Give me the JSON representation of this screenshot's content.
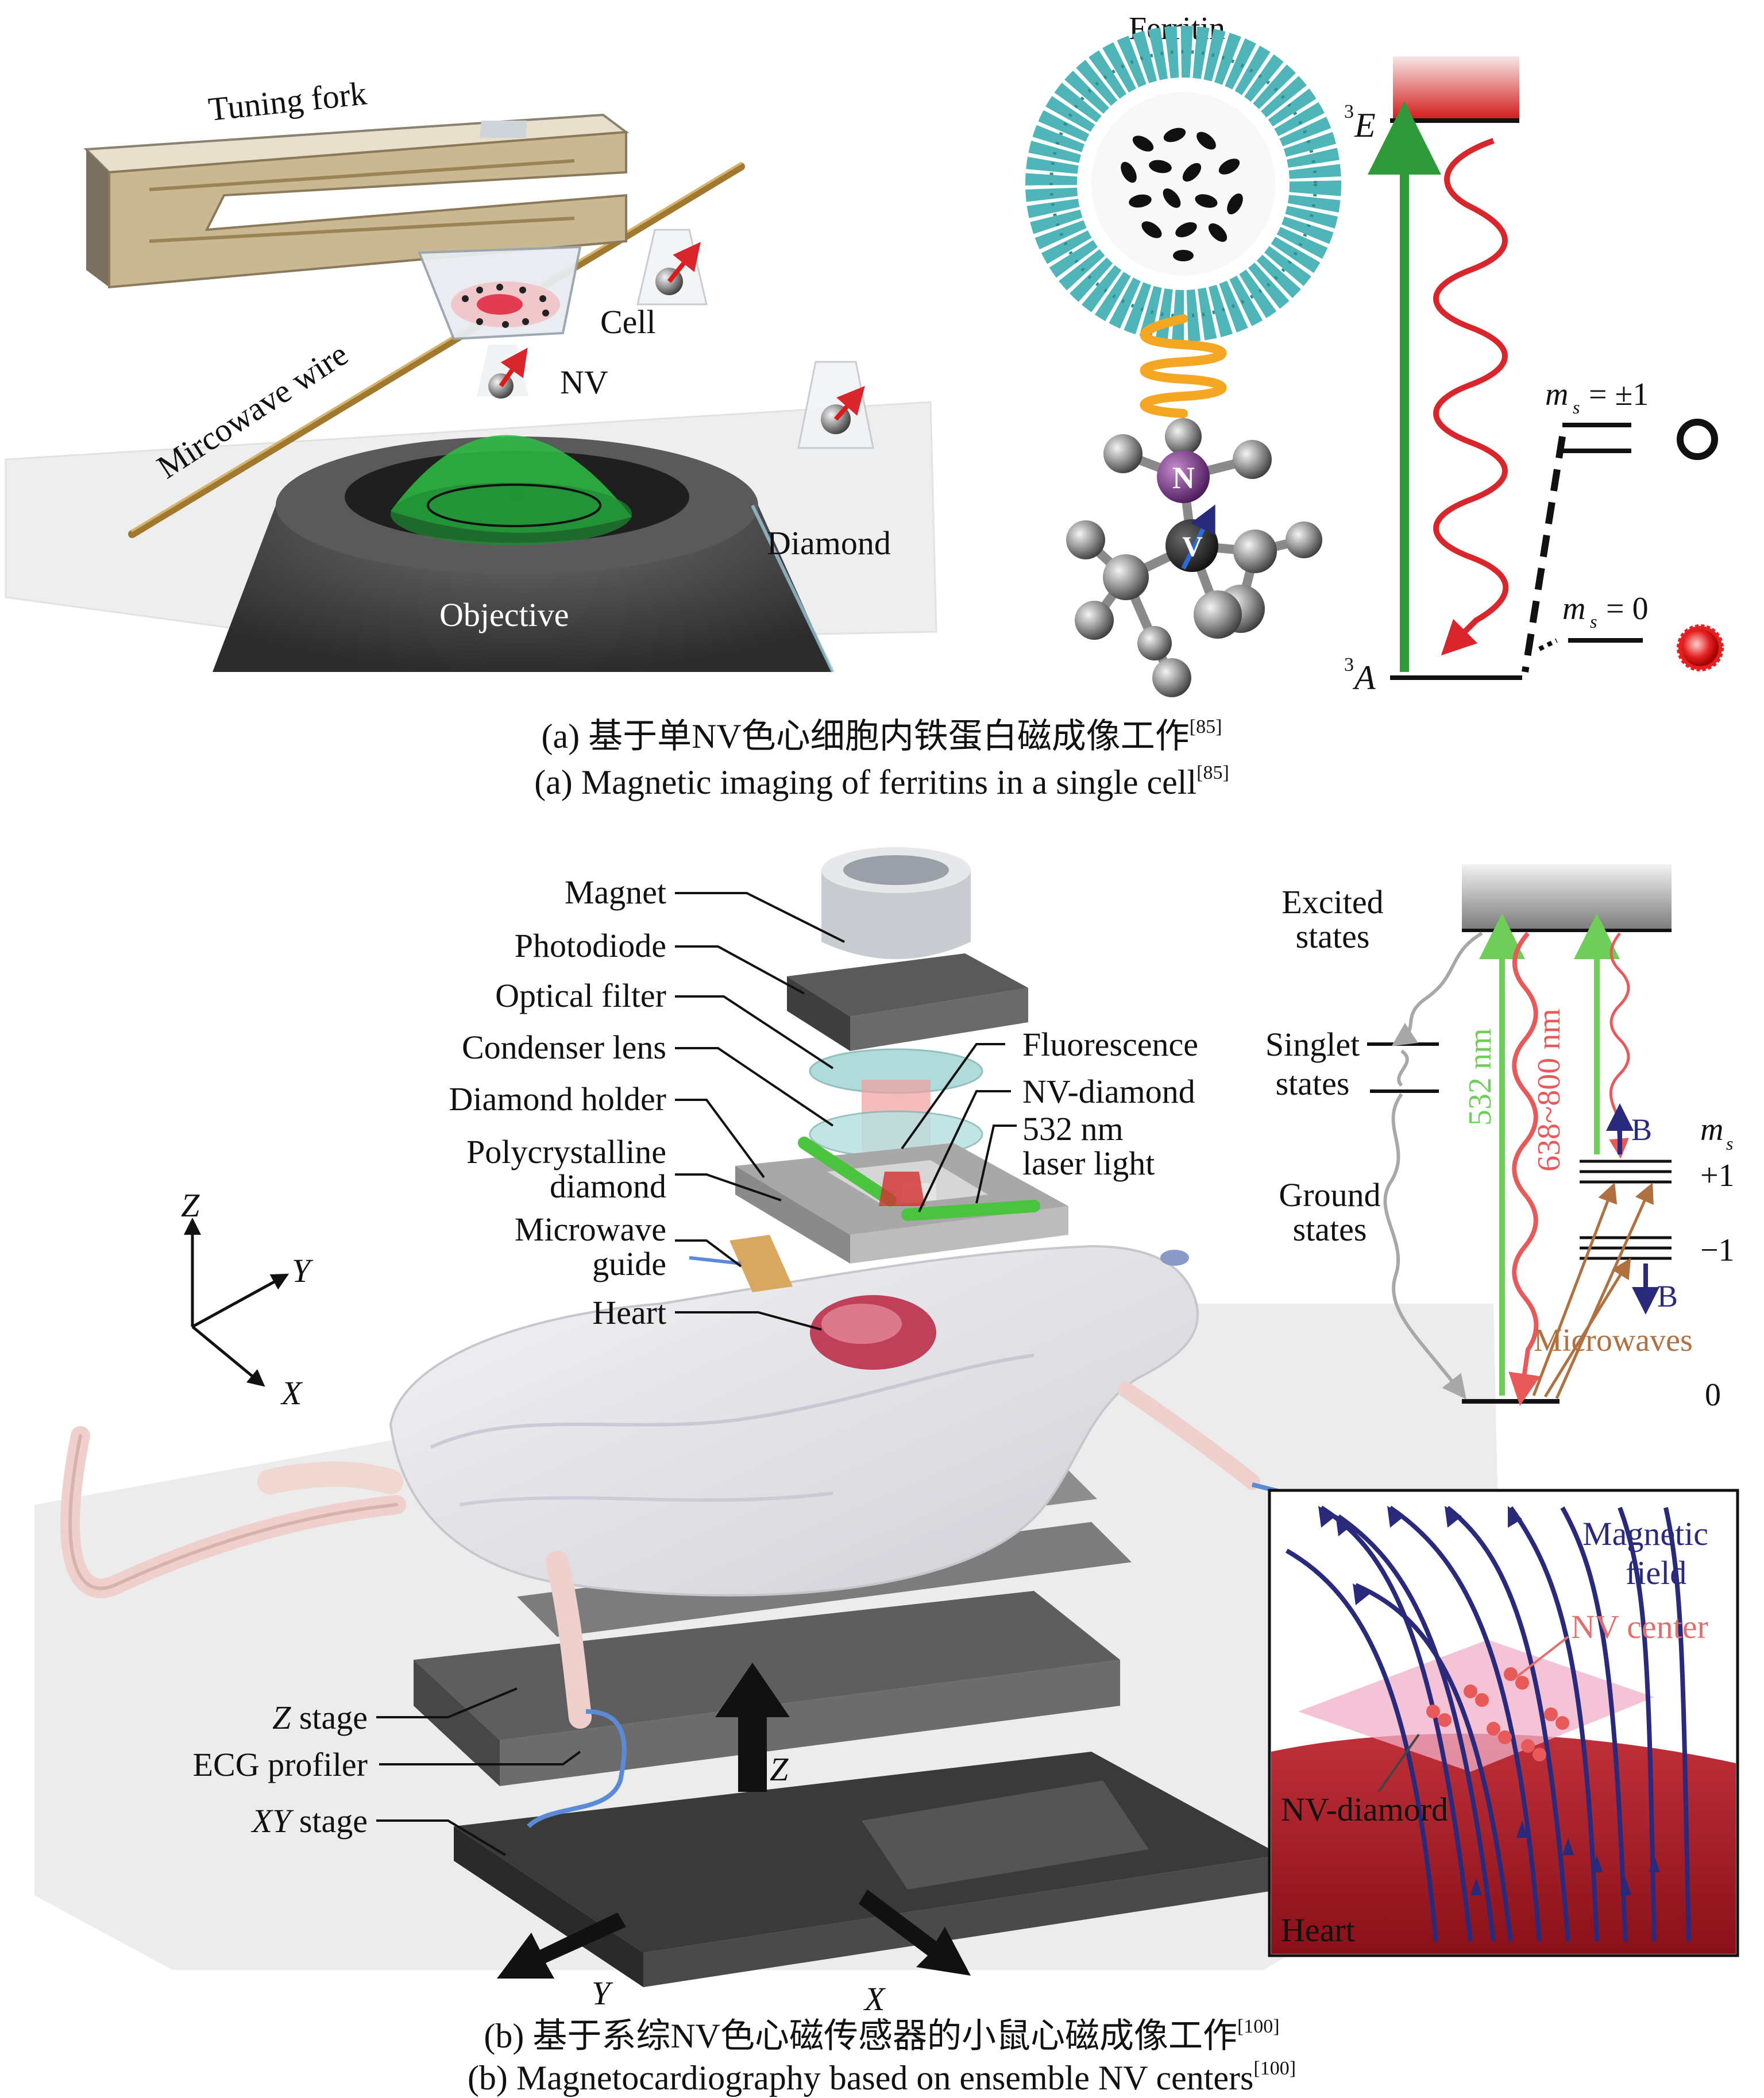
{
  "panel_a": {
    "labels": {
      "tuning_fork": "Tuning fork",
      "microwave_wire": "Mircowave wire",
      "cell": "Cell",
      "nv": "NV",
      "diamond": "Diamond",
      "objective": "Objective",
      "ferritin": "Ferritin",
      "nv_n": "N",
      "nv_v": "V"
    },
    "energy": {
      "e_sup": "3",
      "e_letter": "E",
      "a_sup": "3",
      "a_letter": "A",
      "ms_pm1_m": "m",
      "ms_pm1_sub": "s",
      "ms_pm1_val": "= ±1",
      "ms_0_m": "m",
      "ms_0_sub": "s",
      "ms_0_val": "= 0"
    },
    "caption_cn": "(a) 基于单NV色心细胞内铁蛋白磁成像工作",
    "caption_cn_ref": "[85]",
    "caption_en": "(a) Magnetic imaging of ferritins in a single cell",
    "caption_en_ref": "[85]"
  },
  "panel_b": {
    "labels": {
      "magnet": "Magnet",
      "photodiode": "Photodiode",
      "optical_filter": "Optical filter",
      "condenser_lens": "Condenser lens",
      "diamond_holder": "Diamond holder",
      "polycrystalline_1": "Polycrystalline",
      "polycrystalline_2": "diamond",
      "microwave_guide_1": "Microwave",
      "microwave_guide_2": "guide",
      "heart": "Heart",
      "fluorescence": "Fluorescence",
      "nv_diamond": "NV-diamond",
      "laser_1": "532 nm",
      "laser_2": "laser light",
      "z_stage_axis": "Z",
      "z_stage_word": " stage",
      "ecg_profiler": "ECG profiler",
      "xy_stage_axis": "XY",
      "xy_stage_word": " stage",
      "axis_z": "Z",
      "axis_y": "Y",
      "axis_x": "X",
      "arrow_z": "Z",
      "arrow_y": "Y",
      "arrow_x": "X"
    },
    "energy": {
      "excited_1": "Excited",
      "excited_2": "states",
      "singlet_1": "Singlet",
      "singlet_2": "states",
      "ground_1": "Ground",
      "ground_2": "states",
      "green_line": "532 nm",
      "red_line": "638~800 nm",
      "b_up": "B",
      "b_down": "B",
      "ms_m": "m",
      "ms_sub": "s",
      "plus1": "+1",
      "minus1": "−1",
      "zero": "0",
      "microwaves": "Microwaves"
    },
    "inset": {
      "magnetic_1": "Magnetic",
      "magnetic_2": "field",
      "nv_center": "NV center",
      "nv_diamord": "NV-diamord",
      "heart": "Heart"
    },
    "caption_cn": "(b) 基于系综NV色心磁传感器的小鼠心磁成像工作",
    "caption_cn_ref": "[100]",
    "caption_en": "(b) Magnetocardiography based on ensemble NV centers",
    "caption_en_ref": "[100]"
  },
  "colors": {
    "green": "#2e9a3a",
    "red": "#d8262c",
    "teal": "#4fb5b8",
    "orange": "#f5a623",
    "navy": "#2a2a7c",
    "heart_red": "#b0171f",
    "light_green": "#6fce5a",
    "light_red": "#e85a5a",
    "brown": "#b07040",
    "pink": "#e07070"
  }
}
